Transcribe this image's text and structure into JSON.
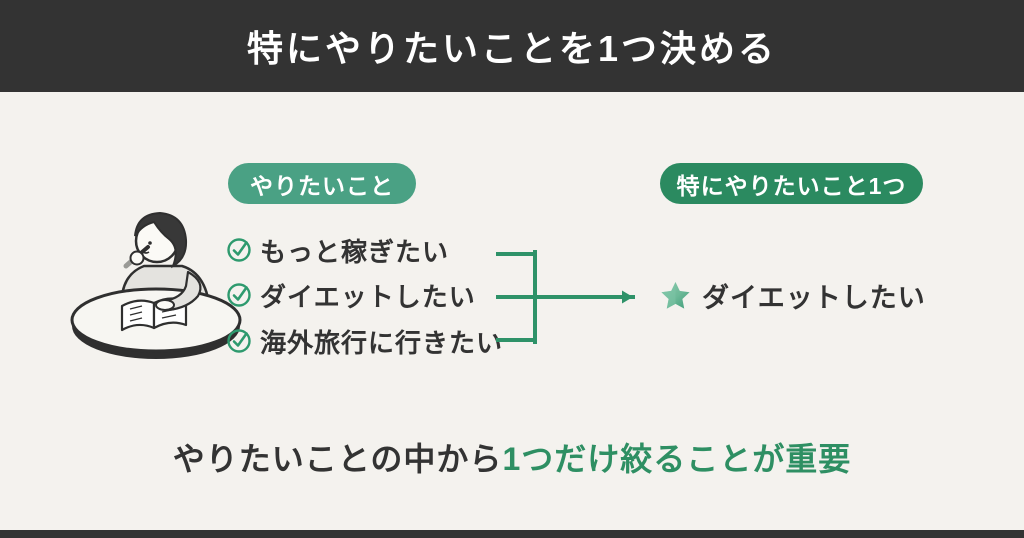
{
  "header": {
    "title": "特にやりたいことを1つ決める"
  },
  "left_group": {
    "badge": "やりたいこと",
    "items": [
      {
        "label": "もっと稼ぎたい"
      },
      {
        "label": "ダイエットしたい"
      },
      {
        "label": "海外旅行に行きたい"
      }
    ]
  },
  "right_group": {
    "badge": "特にやりたいこと1つ",
    "selected": "ダイエットしたい"
  },
  "footer_message": {
    "plain": "やりたいことの中から",
    "highlight": "1つだけ絞ることが重要"
  },
  "icons": {
    "list_marker": "circled-check-icon",
    "result_marker": "star-icon",
    "connector": "merge-arrow-icon",
    "illustration": "person-thinking-at-table"
  },
  "colors": {
    "header_bg": "#333333",
    "background": "#f4f2ee",
    "badge_left_green": "#4aa184",
    "badge_right_green": "#2b8a60",
    "accent_green": "#2e9268",
    "highlight_text_green": "#2e8f63",
    "text_dark": "#333333",
    "text_white": "#ffffff"
  }
}
